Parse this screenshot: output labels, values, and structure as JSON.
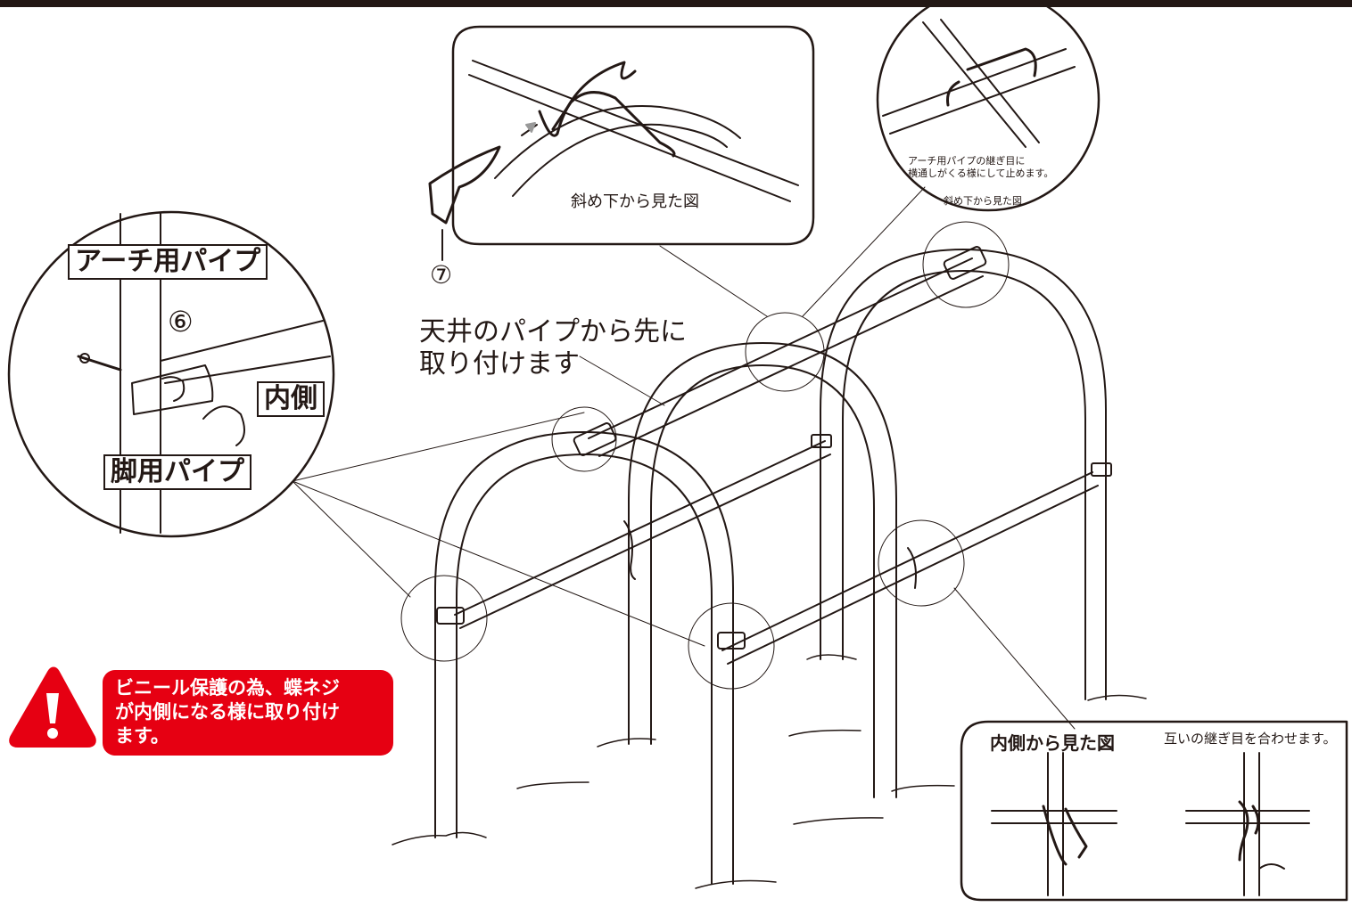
{
  "callouts": {
    "arch_pipe": "アーチ用パイプ",
    "leg_pipe": "脚用パイプ",
    "inside": "内側",
    "part6": "⑥",
    "part7": "⑦",
    "ceiling_first_line1": "天井のパイプから先に",
    "ceiling_first_line2": "取り付けます"
  },
  "top_inset": {
    "caption": "斜め下から見た図"
  },
  "right_circle": {
    "note_line1": "アーチ用パイプの継ぎ目に",
    "note_line2": "横通しがくる様にして止めます。",
    "caption": "斜め下から見た図"
  },
  "warning": {
    "line1": "ビニール保護の為、蝶ネジ",
    "line2": "が内側になる様に取り付け",
    "line3": "ます。",
    "icon": "exclamation-triangle-icon",
    "color": "#e60012"
  },
  "bottom_inset": {
    "title": "内側から見た図",
    "note": "互いの継ぎ目を合わせます。"
  },
  "colors": {
    "line": "#231815",
    "accent": "#e60012"
  }
}
